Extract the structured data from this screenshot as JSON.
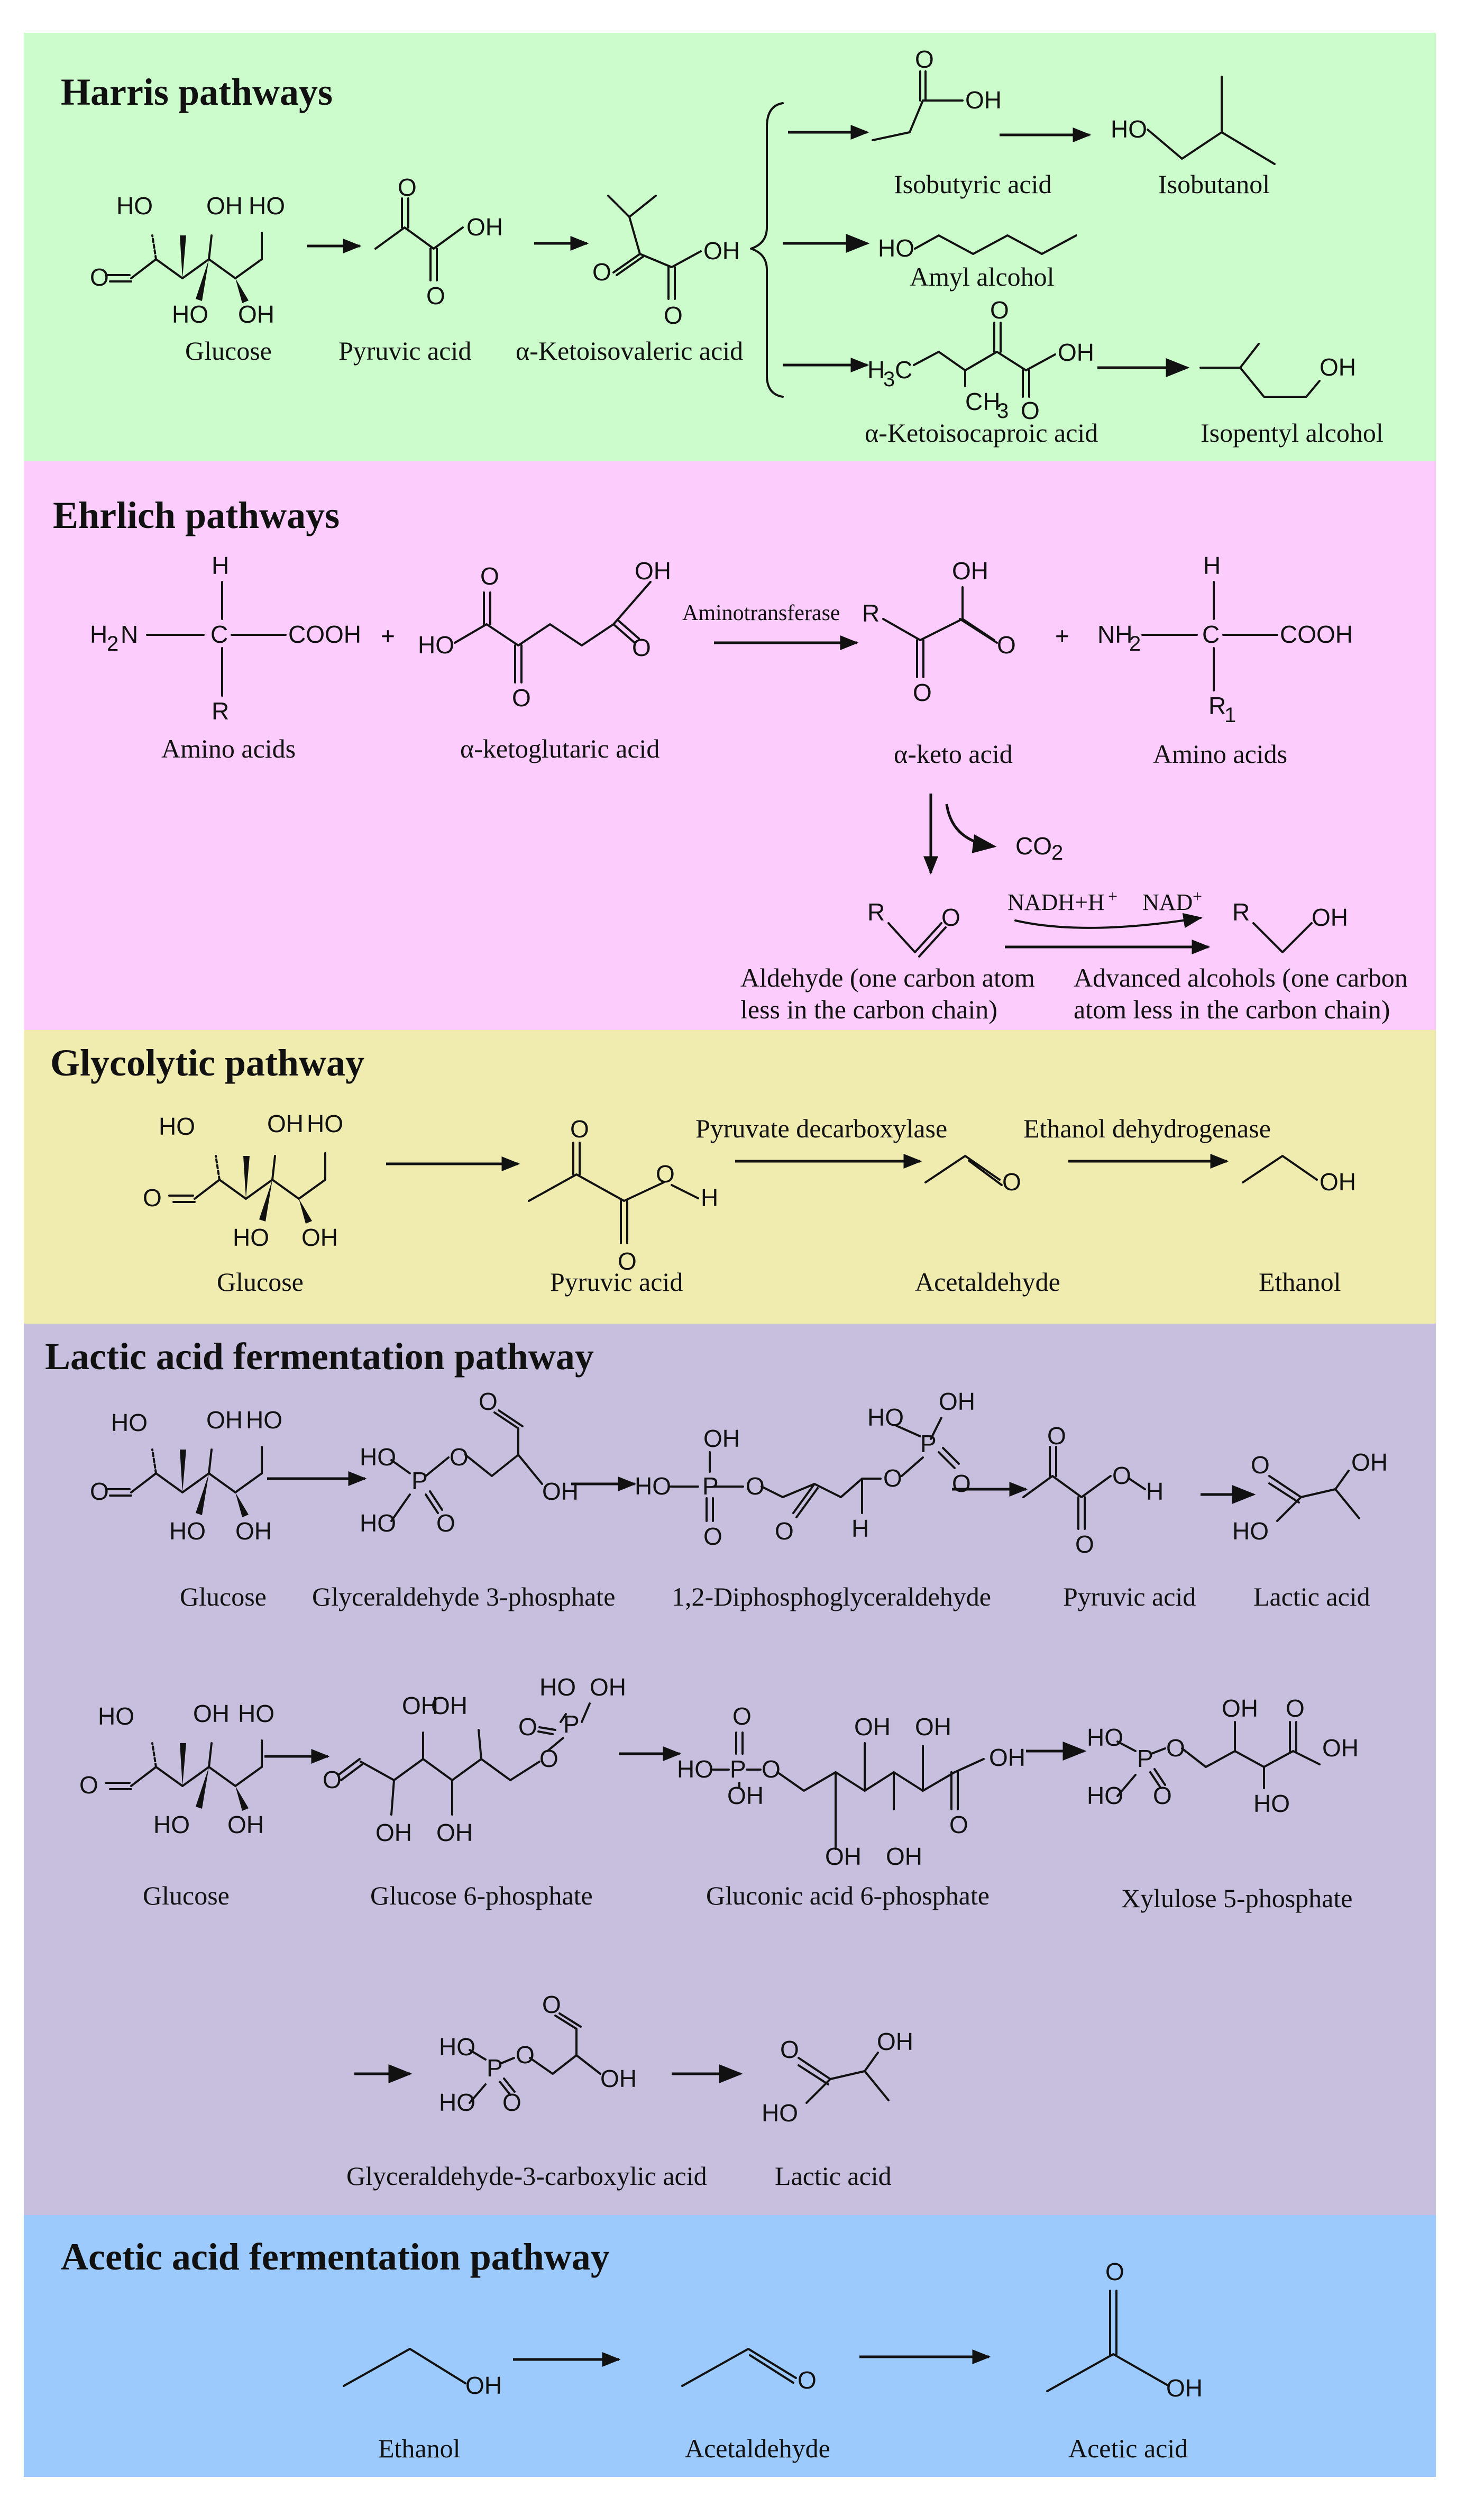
{
  "colors": {
    "harris": "#ccfccc",
    "ehrlich": "#fcccfc",
    "glycolytic": "#f0ecb0",
    "lactic": "#c8bede",
    "acetic": "#9ccafc"
  },
  "sections": {
    "harris": {
      "title": "Harris pathways",
      "names": {
        "glucose": "Glucose",
        "pyruvic": "Pyruvic acid",
        "ketoisovaleric": "α-Ketoisovaleric acid",
        "isobutyric": "Isobutyric acid",
        "isobutanol": "Isobutanol",
        "amyl": "Amyl alcohol",
        "ketoisocaproic": "α-Ketoisocaproic acid",
        "isopentyl": "Isopentyl alcohol"
      }
    },
    "ehrlich": {
      "title": "Ehrlich pathways",
      "names": {
        "amino1": "Amino acids",
        "ketoglutaric": "α-ketoglutaric acid",
        "ketoacid": "α-keto acid",
        "amino2": "Amino acids",
        "aldehyde_l1": "Aldehyde (one carbon atom",
        "aldehyde_l2": "less in the carbon chain)",
        "alcohol_l1": "Advanced alcohols (one carbon",
        "alcohol_l2": "atom less in the carbon chain)"
      },
      "labels": {
        "aminotransferase": "Aminotransferase",
        "co2": "CO",
        "co2_sub": "2",
        "nadh": "NADH+H",
        "nadh_sup": "+",
        "nad": "NAD",
        "nad_sup": "+"
      }
    },
    "glycolytic": {
      "title": "Glycolytic pathway",
      "names": {
        "glucose": "Glucose",
        "pyruvic": "Pyruvic acid",
        "acetaldehyde": "Acetaldehyde",
        "ethanol": "Ethanol"
      },
      "labels": {
        "pyruvate_decarboxylase": "Pyruvate decarboxylase",
        "ethanol_dehydrogenase": "Ethanol dehydrogenase"
      }
    },
    "lactic": {
      "title": "Lactic acid fermentation pathway",
      "names": {
        "glucose_a": "Glucose",
        "g3p": "Glyceraldehyde 3-phosphate",
        "dpg": "1,2-Diphosphoglyceraldehyde",
        "pyruvic": "Pyruvic acid",
        "lactic_a": "Lactic acid",
        "glucose_b": "Glucose",
        "g6p": "Glucose 6-phosphate",
        "gluconic": "Gluconic  acid 6-phosphate",
        "xylulose": "Xylulose  5-phosphate",
        "g3c": "Glyceraldehyde-3-carboxylic  acid",
        "lactic_b": "Lactic acid"
      }
    },
    "acetic": {
      "title": "Acetic acid fermentation pathway",
      "names": {
        "ethanol": "Ethanol",
        "acetaldehyde": "Acetaldehyde",
        "acetic": "Acetic acid"
      }
    }
  },
  "atoms": {
    "HO": "HO",
    "OH": "OH",
    "O": "O",
    "H": "H",
    "R": "R",
    "R1": "R",
    "R1_sub": "1",
    "COOH": "COOH",
    "NH2": "NH",
    "NH2_sub": "2",
    "H2N": "H",
    "H2N_sub": "2",
    "H2N_tail": "N",
    "C": "C",
    "plus": "+",
    "P": "P",
    "H3C": "H",
    "H3C_sub": "3",
    "H3C_tail": "C",
    "CH3": "CH",
    "CH3_sub": "3"
  }
}
